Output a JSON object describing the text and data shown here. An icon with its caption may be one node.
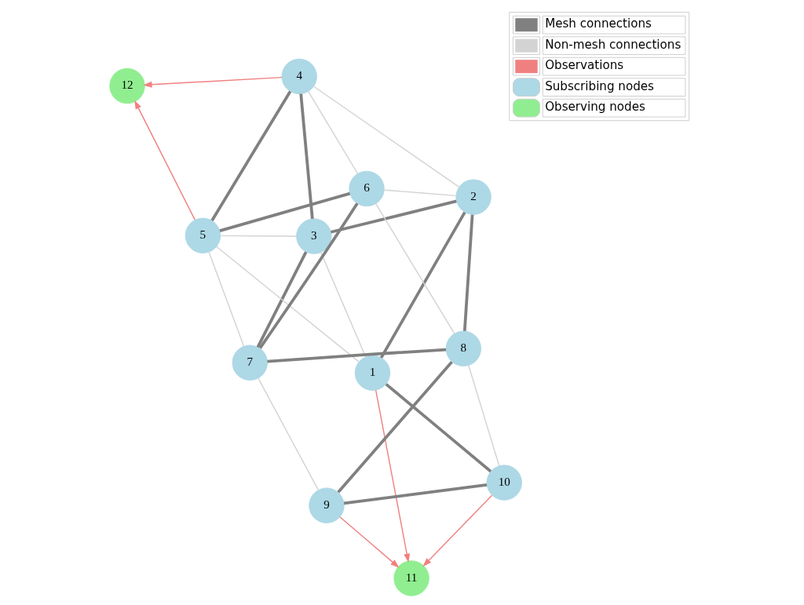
{
  "diagram": {
    "nodes": [
      {
        "text": [
          "1"
        ]
      },
      {
        "text": [
          "2"
        ]
      },
      {
        "text": [
          "3"
        ]
      },
      {
        "text": [
          "4"
        ]
      },
      {
        "text": [
          "5"
        ]
      },
      {
        "text": [
          "6"
        ]
      },
      {
        "text": [
          "7"
        ]
      },
      {
        "text": [
          "8"
        ]
      },
      {
        "text": [
          "9"
        ]
      },
      {
        "text": [
          "10"
        ]
      },
      {
        "text": [
          "11"
        ]
      },
      {
        "text": [
          "12"
        ]
      }
    ],
    "edges": [
      {
        "from": 3,
        "to": 4,
        "arrow": "none",
        "style": "thick"
      },
      {
        "from": 3,
        "to": 2,
        "arrow": "none",
        "style": "thick"
      },
      {
        "from": 4,
        "to": 5,
        "arrow": "none",
        "style": "thick"
      },
      {
        "from": 1,
        "to": 2,
        "arrow": "none",
        "style": "thick"
      },
      {
        "from": 1,
        "to": 0,
        "arrow": "none",
        "style": "thick"
      },
      {
        "from": 1,
        "to": 7,
        "arrow": "none",
        "style": "thick"
      },
      {
        "from": 5,
        "to": 6,
        "arrow": "none",
        "style": "thick"
      },
      {
        "from": 2,
        "to": 6,
        "arrow": "none",
        "style": "thick"
      },
      {
        "from": 6,
        "to": 7,
        "arrow": "none",
        "style": "thick"
      },
      {
        "from": 7,
        "to": 8,
        "arrow": "none",
        "style": "thick"
      },
      {
        "from": 8,
        "to": 9,
        "arrow": "none",
        "style": "thick"
      },
      {
        "from": 0,
        "to": 9,
        "arrow": "none",
        "style": "thick"
      },
      {
        "from": 3,
        "to": 1,
        "arrow": "none",
        "color": "#d3d3d3"
      },
      {
        "from": 3,
        "to": 5,
        "arrow": "none",
        "color": "#d3d3d3"
      },
      {
        "from": 5,
        "to": 1,
        "arrow": "none",
        "color": "#d3d3d3"
      },
      {
        "from": 4,
        "to": 0,
        "arrow": "none",
        "color": "#d3d3d3"
      },
      {
        "from": 4,
        "to": 2,
        "arrow": "none",
        "color": "#d3d3d3"
      },
      {
        "from": 2,
        "to": 0,
        "arrow": "none",
        "color": "#d3d3d3"
      },
      {
        "from": 5,
        "to": 7,
        "arrow": "none",
        "color": "#d3d3d3"
      },
      {
        "from": 4,
        "to": 6,
        "arrow": "none",
        "color": "#d3d3d3"
      },
      {
        "from": 6,
        "to": 8,
        "arrow": "none",
        "color": "#d3d3d3"
      },
      {
        "from": 7,
        "to": 9,
        "arrow": "none",
        "color": "#d3d3d3"
      },
      {
        "from": 3,
        "to": 11,
        "arrow": "to",
        "color": "#f08080"
      },
      {
        "from": 4,
        "to": 11,
        "arrow": "to",
        "color": "#f08080"
      },
      {
        "from": 0,
        "to": 10,
        "arrow": "to",
        "color": "#f08080"
      },
      {
        "from": 9,
        "to": 10,
        "arrow": "to",
        "color": "#f08080"
      },
      {
        "from": 8,
        "to": 10,
        "arrow": "to",
        "color": "#f08080"
      }
    ],
    "legend": [
      {
        "text": "Mesh connections"
      },
      {
        "text": "Non-mesh connections"
      },
      {
        "text": "Observations"
      },
      {
        "text": "Subscribing nodes",
        "color": "#add8e6"
      },
      {
        "text": "Observing nodes",
        "color": "#90ee90"
      }
    ]
  }
}
